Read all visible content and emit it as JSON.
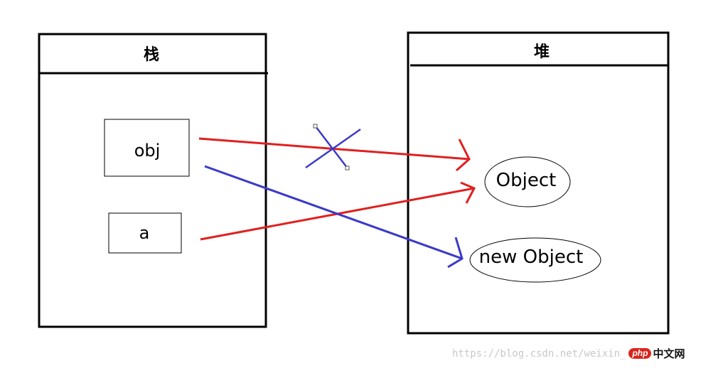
{
  "stack": {
    "title": "栈",
    "items": [
      "obj",
      "a"
    ]
  },
  "heap": {
    "objects": [
      "Object",
      "new Object"
    ],
    "title": "堆"
  },
  "colors": {
    "reference_old": "#e02020",
    "reference_new": "#3a3ac8",
    "outline": "#000000"
  },
  "watermark": {
    "url": "https://blog.csdn.net/weixin_",
    "logo_php": "php",
    "logo_cn": "中文网"
  }
}
